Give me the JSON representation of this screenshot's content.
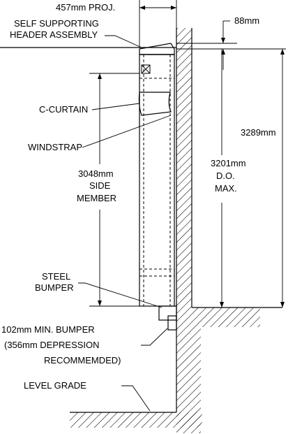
{
  "labels": {
    "projection": "457mm PROJ.",
    "header_line1": "SELF SUPPORTING",
    "header_line2": "HEADER ASSEMBLY",
    "header_gap": "88mm",
    "c_curtain": "C-CURTAIN",
    "windstrap": "WINDSTRAP",
    "side_member_line1": "3048mm",
    "side_member_line2": "SIDE",
    "side_member_line3": "MEMBER",
    "door_opening_line1": "3201mm",
    "door_opening_line2": "D.O.",
    "door_opening_line3": "MAX.",
    "overall_height": "3289mm",
    "steel_bumper_line1": "STEEL",
    "steel_bumper_line2": "BUMPER",
    "bumper_line1": "102mm MIN. BUMPER",
    "bumper_line2": "(356mm DEPRESSION",
    "bumper_line3": "RECOMMEMDED)",
    "level_grade": "LEVEL GRADE"
  },
  "colors": {
    "ink": "#000000",
    "background": "#ffffff"
  }
}
